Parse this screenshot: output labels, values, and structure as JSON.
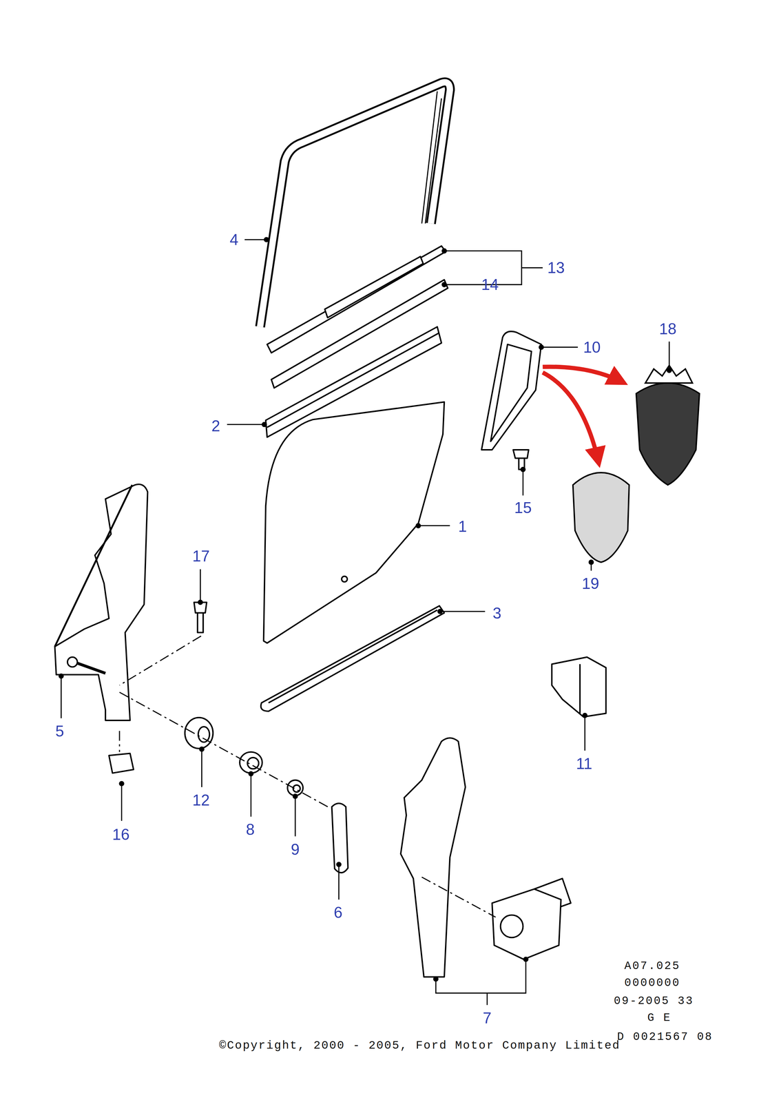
{
  "diagram": {
    "labels": [
      "4",
      "13",
      "14",
      "2",
      "10",
      "18",
      "1",
      "15",
      "19",
      "3",
      "17",
      "5",
      "12",
      "8",
      "9",
      "6",
      "16",
      "11",
      "7",
      "A07.025",
      "0000000",
      "09-2005 33",
      "G E",
      "D 0021567 08",
      "©Copyright, 2000 - 2005, Ford Motor Company Limited"
    ]
  }
}
